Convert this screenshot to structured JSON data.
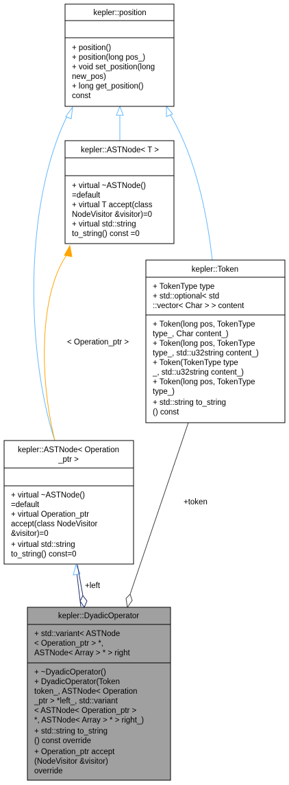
{
  "position": {
    "title": "kepler::position",
    "methods": [
      "+ position()",
      "+ position(long pos_)",
      "+ void set_position(long",
      " new_pos)",
      "+ long get_position()",
      " const"
    ]
  },
  "astnode_t": {
    "title": "kepler::ASTNode< T >",
    "methods": [
      "+ virtual ~ASTNode()",
      " =default",
      "+ virtual T accept(class",
      " NodeVisitor &visitor)=0",
      "+ virtual std::string",
      " to_string() const =0"
    ]
  },
  "token": {
    "title": "kepler::Token",
    "attributes": [
      "+ TokenType type",
      "+ std::optional< std",
      "::vector< Char > > content"
    ],
    "methods": [
      "+ Token(long pos, TokenType",
      " type_, Char content_)",
      "+ Token(long pos, TokenType",
      " type_, std::u32string content_)",
      "+ Token(TokenType type",
      "_, std::u32string content_)",
      "+ Token(long pos, TokenType",
      " type_)",
      "+ std::string to_string",
      "() const"
    ]
  },
  "astnode_op": {
    "title_lines": [
      "kepler::ASTNode< Operation",
      "_ptr >"
    ],
    "methods": [
      "+ virtual ~ASTNode()",
      " =default",
      "+ virtual Operation_ptr",
      " accept(class NodeVisitor",
      " &visitor)=0",
      "+ virtual std::string",
      " to_string() const=0"
    ]
  },
  "dyadic": {
    "title": "kepler::DyadicOperator",
    "attributes": [
      "+ std::variant< ASTNode",
      "< Operation_ptr > *,",
      " ASTNode< Array > * > right"
    ],
    "methods": [
      "+ ~DyadicOperator()",
      "+ DyadicOperator(Token",
      " token_, ASTNode< Operation",
      "_ptr > *left_, std::variant",
      "< ASTNode< Operation_ptr >",
      " *, ASTNode< Array > * > right_)",
      "+ std::string to_string",
      "() const override",
      "+ Operation_ptr accept",
      "(NodeVisitor &visitor)",
      " override"
    ]
  },
  "labels": {
    "template_arg": "< Operation_ptr >",
    "token_edge": "+token",
    "left_edge": "+left"
  },
  "colors": {
    "inheritance": "#63b8ff",
    "template": "#ffa500",
    "composition": "#404040",
    "highlight_fill": "#a0a0a0"
  }
}
